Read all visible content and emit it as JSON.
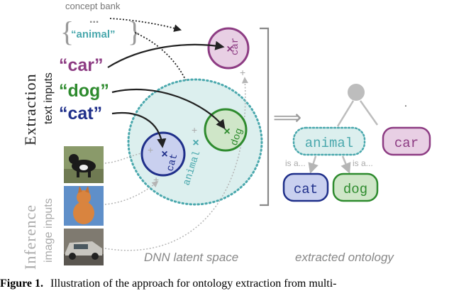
{
  "concept_bank": {
    "label": "concept bank",
    "ellipsis": "...",
    "item": "“animal”"
  },
  "sections": {
    "extraction": "Extraction",
    "text_inputs": "text inputs",
    "inference": "Inference",
    "image_inputs": "image inputs"
  },
  "text_inputs": [
    "“car”",
    "“dog”",
    "“cat”"
  ],
  "latent": {
    "caption": "DNN latent space",
    "nodes": {
      "car": "car",
      "dog": "dog",
      "cat": "cat",
      "animal": "animal"
    }
  },
  "ontology": {
    "caption": "extracted ontology",
    "nodes": {
      "animal": "animal",
      "car": "car",
      "cat": "cat",
      "dog": "dog"
    },
    "edge_label": "is a..."
  },
  "figure_caption": {
    "label": "Figure 1.",
    "text": "Illustration of the approach for ontology extraction from multi-"
  },
  "colors": {
    "purple": "#8d3c83",
    "purple_fill": "#e8cfe4",
    "green": "#2e8b2e",
    "green_fill": "#cfe6c8",
    "navy": "#1f2f8a",
    "navy_fill": "#c9d0ef",
    "teal": "#4aa8ad",
    "teal_fill": "#dcefee",
    "gray": "#b5b5b5"
  }
}
